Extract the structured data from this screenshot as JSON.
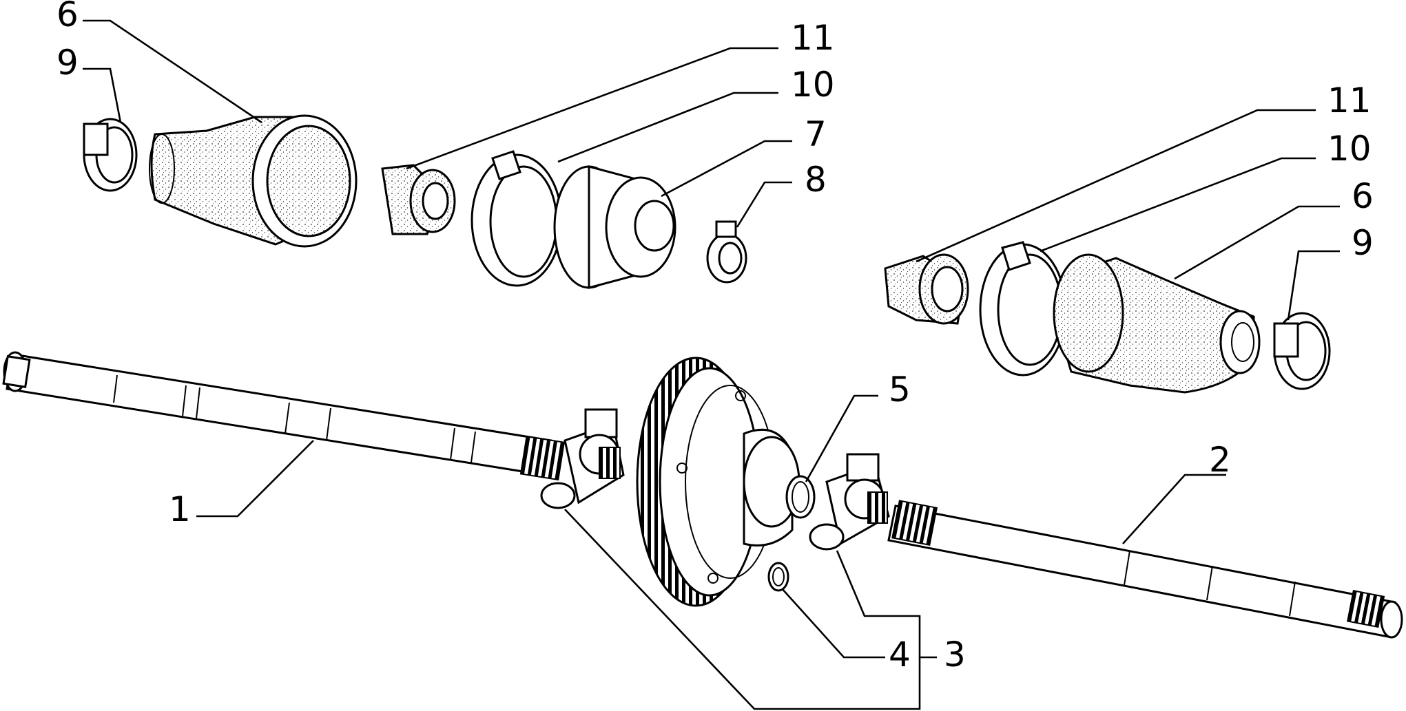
{
  "callouts": {
    "c1": "1",
    "c2": "2",
    "c3": "3",
    "c4": "4",
    "c5": "5",
    "c6_left": "6",
    "c6_right": "6",
    "c7": "7",
    "c8": "8",
    "c9_left": "9",
    "c9_right": "9",
    "c10_left": "10",
    "c10_right": "10",
    "c11_left": "11",
    "c11_right": "11"
  }
}
